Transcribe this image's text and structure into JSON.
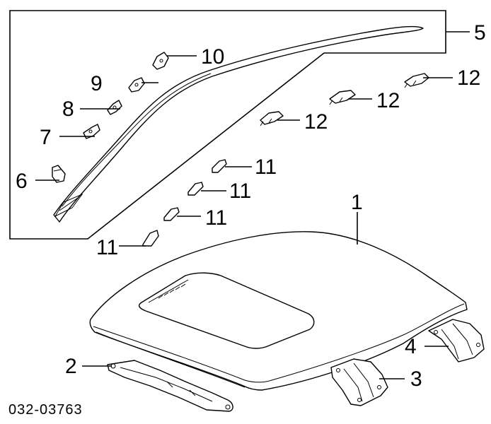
{
  "callouts": {
    "c1": "1",
    "c2": "2",
    "c3": "3",
    "c4": "4",
    "c5": "5",
    "c6": "6",
    "c7": "7",
    "c8": "8",
    "c9": "9",
    "c10": "10",
    "c11a": "11",
    "c11b": "11",
    "c11c": "11",
    "c11d": "11",
    "c12a": "12",
    "c12b": "12",
    "c12c": "12"
  },
  "diagram_code": "032-03763"
}
